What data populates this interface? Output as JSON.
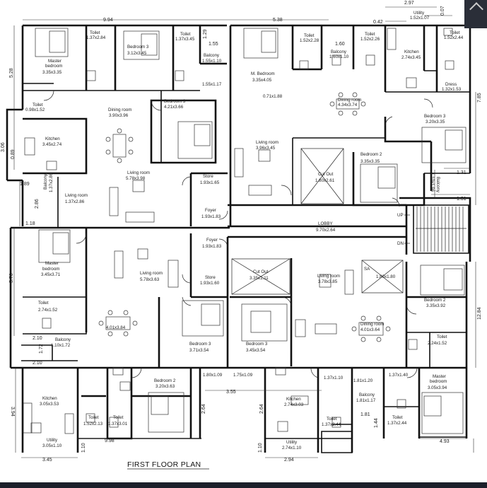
{
  "title": "FIRST FLOOR PLAN",
  "rooms": [
    {
      "id": "t1",
      "l1": "Toilet",
      "l2": "1.37x2.84"
    },
    {
      "id": "t2",
      "l1": "Toilet",
      "l2": "1.37x3.45"
    },
    {
      "id": "mb1",
      "l1": "Master",
      "l2": "bedroom",
      "l3": "3.35x3.35"
    },
    {
      "id": "b3a",
      "l1": "Bedroom 3",
      "l2": "3.12x3.45"
    },
    {
      "id": "bal1",
      "l1": "Balcony",
      "l2": "1.55x1.10"
    },
    {
      "id": "bal1b",
      "l1": "1.55x1.17"
    },
    {
      "id": "mbm",
      "l1": "M. Bedroom",
      "l2": "3.35x4.05"
    },
    {
      "id": "t3",
      "l1": "Toilet",
      "l2": "1.52x2.28"
    },
    {
      "id": "bal2",
      "l1": "Balcony",
      "l2": "1.60x1.10"
    },
    {
      "id": "t4",
      "l1": "Toilet",
      "l2": "1.52x2.26"
    },
    {
      "id": "kit1",
      "l1": "Kitchen",
      "l2": "2.74x3.45"
    },
    {
      "id": "t5",
      "l1": "Toilet",
      "l2": "1.52x2.44"
    },
    {
      "id": "utl1",
      "l1": "Utility",
      "l2": "1.52x1.07"
    },
    {
      "id": "dress",
      "l1": "Dress",
      "l2": "1.32x1.53"
    },
    {
      "id": "dim071",
      "l1": "0.71x1.88"
    },
    {
      "id": "t6",
      "l1": "Toilet",
      "l2": "0.98x1.52"
    },
    {
      "id": "dinA",
      "l1": "Dining room",
      "l2": "3.90x3.96"
    },
    {
      "id": "b3b",
      "l1": "Bedroom 3",
      "l2": "4.21x3.66"
    },
    {
      "id": "dinB",
      "l1": "Dining room",
      "l2": "4.34x3.74"
    },
    {
      "id": "b3c",
      "l1": "Bedroom 3",
      "l2": "3.20x3.35"
    },
    {
      "id": "kit2",
      "l1": "Kitchen",
      "l2": "3.45x2.74"
    },
    {
      "id": "livC",
      "l1": "Living room",
      "l2": "3.96x3.45"
    },
    {
      "id": "b2a",
      "l1": "Bedroom 2",
      "l2": "3.35x3.35"
    },
    {
      "id": "balv",
      "l1": "Balcony",
      "l2": "1.10x1.96"
    },
    {
      "id": "cut1",
      "l1": "Cut Out",
      "l2": "1.80x2.61"
    },
    {
      "id": "livA",
      "l1": "Living room",
      "l2": "5.78x3.98"
    },
    {
      "id": "store1",
      "l1": "Store",
      "l2": "1.93x1.65"
    },
    {
      "id": "livB",
      "l1": "Living room",
      "l2": "1.37x2.86"
    },
    {
      "id": "balv2",
      "l1": "Balcony",
      "l2": "1.37x2.86"
    },
    {
      "id": "foy1",
      "l1": "Foyer",
      "l2": "1.93x1.83"
    },
    {
      "id": "lobby",
      "l1": "LOBBY",
      "l2": "9.70x2.64"
    },
    {
      "id": "foy2",
      "l1": "Foyer",
      "l2": "1.93x1.83"
    },
    {
      "id": "mb2",
      "l1": "Master",
      "l2": "bedroom",
      "l3": "3.45x3.71"
    },
    {
      "id": "livD",
      "l1": "Living room",
      "l2": "5.78x3.63"
    },
    {
      "id": "store2",
      "l1": "Store",
      "l2": "1.93x1.60"
    },
    {
      "id": "cut2",
      "l1": "Cut Out",
      "l2": "3.35x1.11"
    },
    {
      "id": "livE",
      "l1": "Living room",
      "l2": "3.78x3.85"
    },
    {
      "id": "cut3",
      "l1": "1.80x1.80"
    },
    {
      "id": "b2b",
      "l1": "Bedroom 2",
      "l2": "3.35x3.92"
    },
    {
      "id": "t7",
      "l1": "Toilet",
      "l2": "2.74x1.52"
    },
    {
      "id": "dinC",
      "l1": "4.01x3.84"
    },
    {
      "id": "dinD",
      "l1": "Dining room",
      "l2": "4.01x3.64"
    },
    {
      "id": "b3d",
      "l1": "Bedroom 3",
      "l2": "3.71x3.54"
    },
    {
      "id": "b3e",
      "l1": "Bedroom 3",
      "l2": "3.45x3.54"
    },
    {
      "id": "t8",
      "l1": "Toilet",
      "l2": "2.24x1.52"
    },
    {
      "id": "bal3",
      "l1": "Balcony",
      "l2": "1.10x1.72"
    },
    {
      "id": "b2c",
      "l1": "Bedroom 2",
      "l2": "3.20x3.63"
    },
    {
      "id": "kit3",
      "l1": "Kitchen",
      "l2": "3.05x3.53"
    },
    {
      "id": "t9",
      "l1": "Toilet",
      "l2": "1.52x2.13"
    },
    {
      "id": "t10",
      "l1": "Toilet",
      "l2": "1.37x3.01"
    },
    {
      "id": "utl2",
      "l1": "Utility",
      "l2": "3.05x1.10"
    },
    {
      "id": "kit4",
      "l1": "Kitchen",
      "l2": "2.74x3.03"
    },
    {
      "id": "t11",
      "l1": "Toilet",
      "l2": "1.37x2.44"
    },
    {
      "id": "utl3",
      "l1": "Utility",
      "l2": "2.74x1.10"
    },
    {
      "id": "bal4",
      "l1": "Balcony",
      "l2": "1.81x1.17"
    },
    {
      "id": "t12",
      "l1": "Toilet",
      "l2": "1.37x2.44"
    },
    {
      "id": "mb3",
      "l1": "Master",
      "l2": "bedroom",
      "l3": "3.05x3.94"
    },
    {
      "id": "d180a",
      "l1": "1.80x1.09"
    },
    {
      "id": "d175",
      "l1": "1.75x1.09"
    },
    {
      "id": "d137",
      "l1": "1.37x1.10"
    },
    {
      "id": "d181",
      "l1": "1.81x1.20"
    },
    {
      "id": "d137b",
      "l1": "1.37x1.40"
    }
  ],
  "dimensions": [
    "9.94",
    "5.38",
    "2.97",
    "0.42",
    "5.28",
    "1.29",
    "1.55",
    "1.60",
    "0.07",
    "7.85",
    "3.06",
    "1.89",
    "2.86",
    "1.18",
    "5.76",
    "1.31",
    "1.31",
    "2.10",
    "1.72",
    "2.10",
    "3.94",
    "3.55",
    "2.64",
    "2.64",
    "9.98",
    "1.10",
    "3.45",
    "2.94",
    "1.44",
    "1.81",
    "4.93",
    "12.84",
    "1.10",
    "0.89"
  ],
  "markers": [
    "UP",
    "DN",
    "SA"
  ]
}
